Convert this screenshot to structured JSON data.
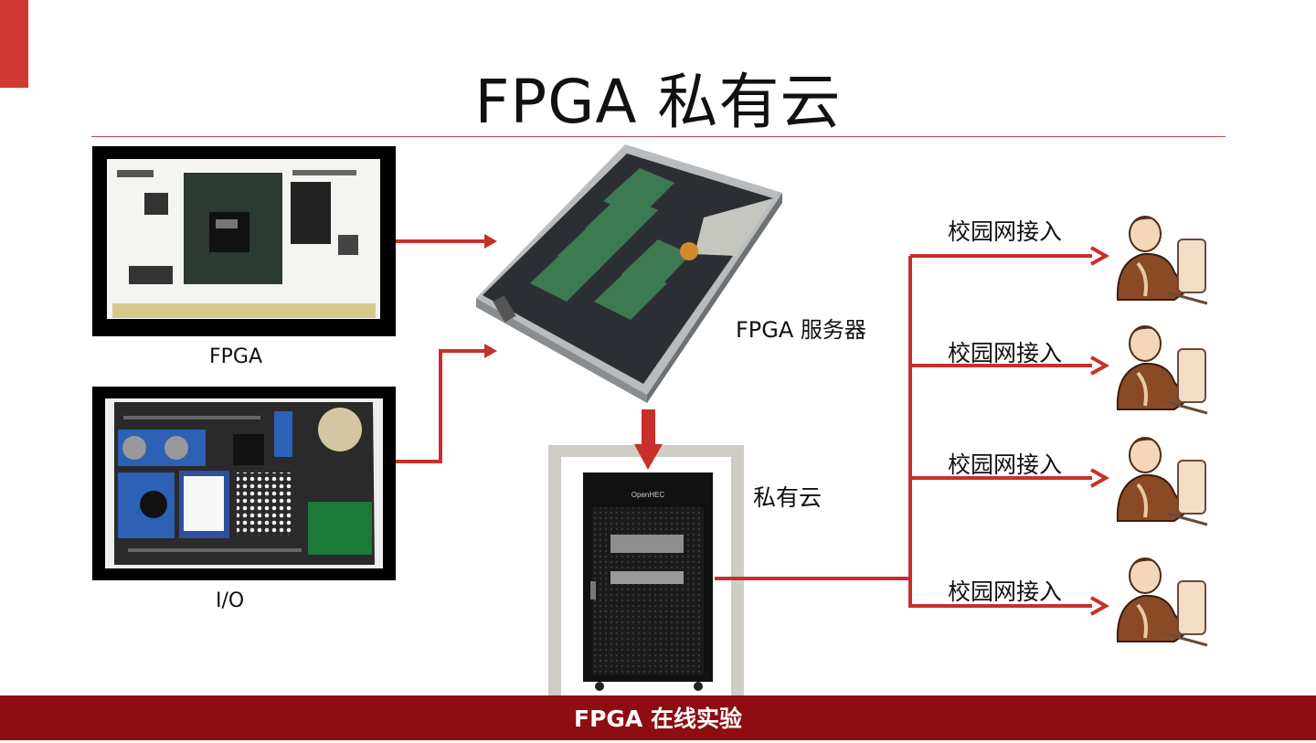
{
  "slide": {
    "title": "FPGA 私有云",
    "footer": "FPGA 在线实验"
  },
  "nodes": {
    "fpga_label": "FPGA",
    "io_label": "I/O",
    "server_label": "FPGA 服务器",
    "cloud_label": "私有云",
    "campus_access": [
      "校园网接入",
      "校园网接入",
      "校园网接入",
      "校园网接入"
    ]
  },
  "colors": {
    "accent": "#d03a35",
    "footer_bg": "#8e0d12",
    "arrow": "#c8302c"
  },
  "icons": {
    "fpga_board": "fpga-board-image",
    "io_board": "io-board-image",
    "server": "server-rack-image",
    "cabinet": "cabinet-image",
    "user": "user-at-computer-icon"
  }
}
